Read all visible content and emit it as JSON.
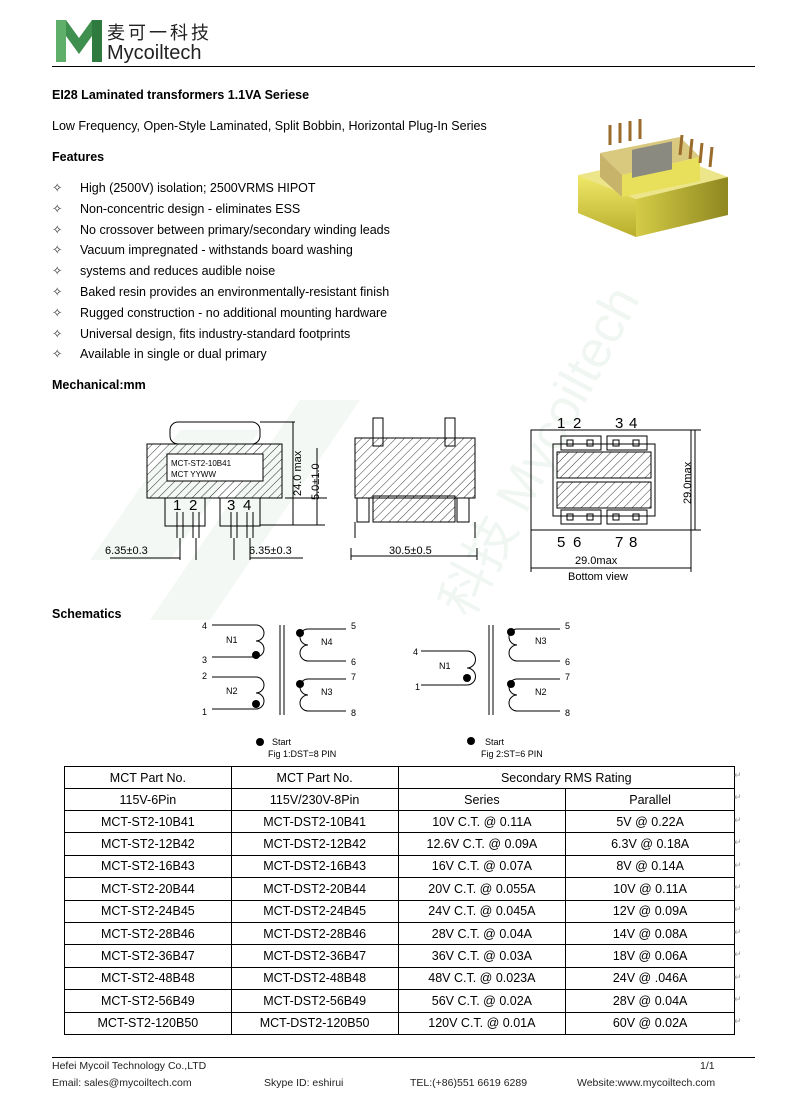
{
  "brand": {
    "cn": "麦可一科技",
    "en": "Mycoiltech",
    "logo_color": "#3f8f4f"
  },
  "title": "EI28 Laminated transformers 1.1VA Seriese",
  "subtitle": "Low Frequency, Open-Style Laminated, Split Bobbin, Horizontal Plug-In Series",
  "features_heading": "Features",
  "bullet": "✧",
  "features": [
    "High (2500V) isolation; 2500VRMS HIPOT",
    "Non-concentric design - eliminates ESS",
    "No crossover between primary/secondary winding leads",
    "Vacuum impregnated - withstands board washing",
    "systems and reduces audible noise",
    "Baked resin provides an environmentally-resistant finish",
    "Rugged construction - no additional mounting hardware",
    "Universal design, fits industry-standard footprints",
    "Available in single or dual primary"
  ],
  "mechanical_heading": "Mechanical:mm",
  "mechanical": {
    "label_line1": "MCT-ST2-10B41",
    "label_line2": "MCT YYWW",
    "pins_left": [
      "1",
      "2"
    ],
    "pins_right": [
      "3",
      "4"
    ],
    "dim_height": "24.0 max",
    "dim_pin": "5.0±1.0",
    "dim_left_spacing": "6.35±0.3",
    "dim_right_spacing": "6.35±0.3",
    "dim_side_width": "30.5±0.5",
    "bottom_pins_top": [
      "1",
      "2",
      "3",
      "4"
    ],
    "bottom_pins_bottom": [
      "5",
      "6",
      "7",
      "8"
    ],
    "dim_bottom_height": "29.0max",
    "dim_bottom_width": "29.0max",
    "bottom_caption": "Bottom view"
  },
  "schematics_heading": "Schematics",
  "schematics": {
    "fig1": {
      "left_pins": [
        "4",
        "3",
        "2",
        "1"
      ],
      "right_pins": [
        "5",
        "6",
        "7",
        "8"
      ],
      "windings": [
        "N1",
        "N2",
        "N4",
        "N3"
      ],
      "start_label": "Start",
      "caption": "Fig 1:DST=8 PIN"
    },
    "fig2": {
      "left_pins": [
        "4",
        "1"
      ],
      "right_pins": [
        "5",
        "6",
        "7",
        "8"
      ],
      "windings": [
        "N1",
        "N3",
        "N2"
      ],
      "start_label": "Start",
      "caption": "Fig 2:ST=6 PIN"
    }
  },
  "table": {
    "col1_header": [
      "MCT Part No.",
      "115V-6Pin"
    ],
    "col2_header": [
      "MCT Part No.",
      "115V/230V-8Pin"
    ],
    "rating_header": "Secondary RMS Rating",
    "series_header": "Series",
    "parallel_header": "Parallel",
    "row_mark": "↵",
    "rows": [
      [
        "MCT-ST2-10B41",
        "MCT-DST2-10B41",
        "10V C.T. @ 0.11A",
        "5V @ 0.22A"
      ],
      [
        "MCT-ST2-12B42",
        "MCT-DST2-12B42",
        "12.6V C.T. @ 0.09A",
        "6.3V @ 0.18A"
      ],
      [
        "MCT-ST2-16B43",
        "MCT-DST2-16B43",
        "16V C.T. @ 0.07A",
        "8V @ 0.14A"
      ],
      [
        "MCT-ST2-20B44",
        "MCT-DST2-20B44",
        "20V C.T. @ 0.055A",
        "10V @ 0.11A"
      ],
      [
        "MCT-ST2-24B45",
        "MCT-DST2-24B45",
        "24V C.T. @ 0.045A",
        "12V @ 0.09A"
      ],
      [
        "MCT-ST2-28B46",
        "MCT-DST2-28B46",
        "28V C.T. @ 0.04A",
        "14V @ 0.08A"
      ],
      [
        "MCT-ST2-36B47",
        "MCT-DST2-36B47",
        "36V C.T. @ 0.03A",
        "18V @ 0.06A"
      ],
      [
        "MCT-ST2-48B48",
        "MCT-DST2-48B48",
        "48V C.T. @ 0.023A",
        "24V @ .046A"
      ],
      [
        "MCT-ST2-56B49",
        "MCT-DST2-56B49",
        "56V C.T. @ 0.02A",
        "28V @ 0.04A"
      ],
      [
        "MCT-ST2-120B50",
        "MCT-DST2-120B50",
        "120V C.T. @ 0.01A",
        "60V @ 0.02A"
      ]
    ]
  },
  "footer": {
    "company": "Hefei Mycoil Technology Co.,LTD",
    "page": "1/1",
    "email": "Email: sales@mycoiltech.com",
    "skype": "Skype ID: eshirui",
    "tel": "TEL:(+86)551 6619 6289",
    "website": "Website:www.mycoiltech.com"
  },
  "watermark_text": "科技 Mycoiltech"
}
